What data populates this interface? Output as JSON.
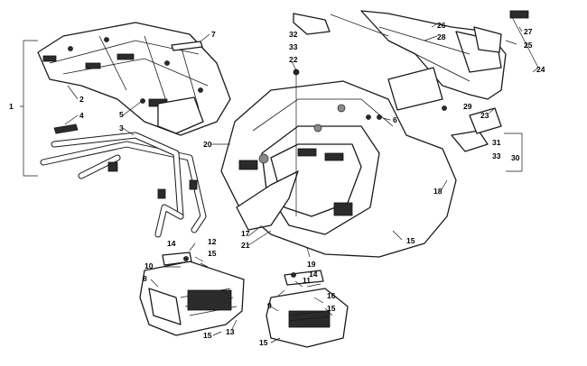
{
  "callouts": [
    "1",
    "2",
    "3",
    "4",
    "5",
    "6",
    "7",
    "8",
    "9",
    "10",
    "11",
    "12",
    "13",
    "14",
    "14",
    "15",
    "15",
    "15",
    "15",
    "15",
    "16",
    "17",
    "18",
    "19",
    "20",
    "21",
    "22",
    "23",
    "24",
    "25",
    "26",
    "27",
    "28",
    "29",
    "30",
    "31",
    "32",
    "33",
    "33"
  ]
}
